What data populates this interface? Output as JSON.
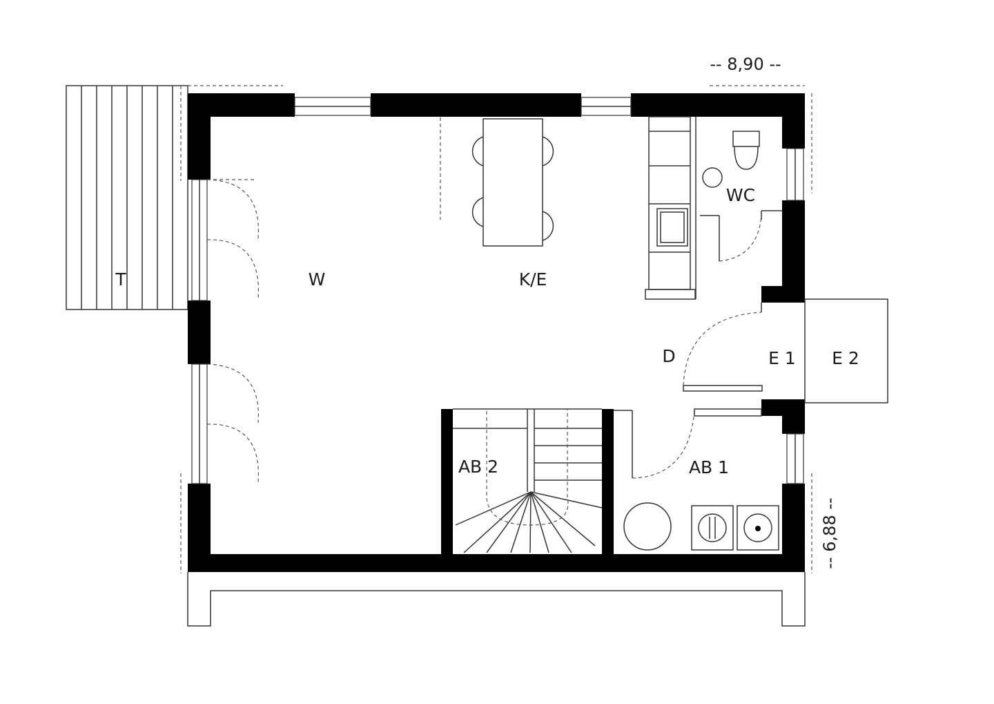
{
  "rooms": {
    "terrace": "T",
    "living": "W",
    "kitchen_dining": "K/E",
    "wc": "WC",
    "hall": "D",
    "entry_inner": "E 1",
    "entry_outer": "E 2",
    "storage_1": "AB 1",
    "storage_2": "AB 2"
  },
  "dimensions": {
    "width": "-- 8,90 --",
    "depth": "-- 6,88 --"
  }
}
